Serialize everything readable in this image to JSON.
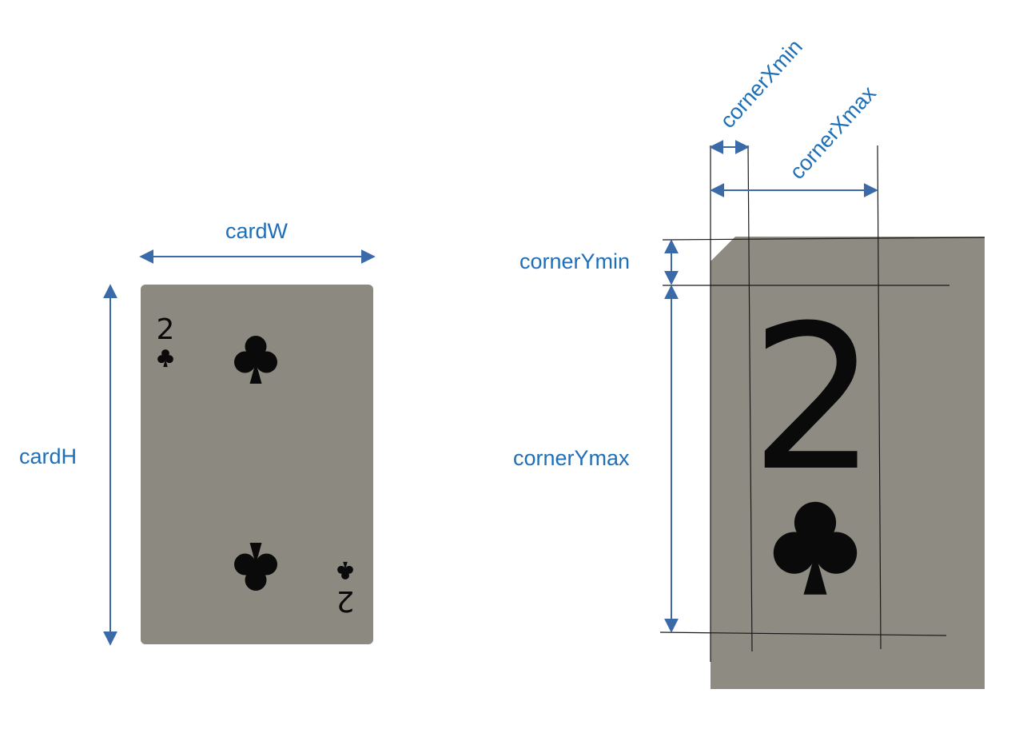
{
  "colors": {
    "label": "#1f6fb8",
    "arrow": "#3b6aa8",
    "guide": "#1a1a1a",
    "card": "#8c8a80",
    "card_zoom": "#8d8b82",
    "ink": "#0a0a0a"
  },
  "card": {
    "rank": "2",
    "suit": "clubs"
  },
  "labels": {
    "card_width": "cardW",
    "card_height": "cardH",
    "corner_x_min": "cornerXmin",
    "corner_x_max": "cornerXmax",
    "corner_y_min": "cornerYmin",
    "corner_y_max": "cornerYmax"
  }
}
